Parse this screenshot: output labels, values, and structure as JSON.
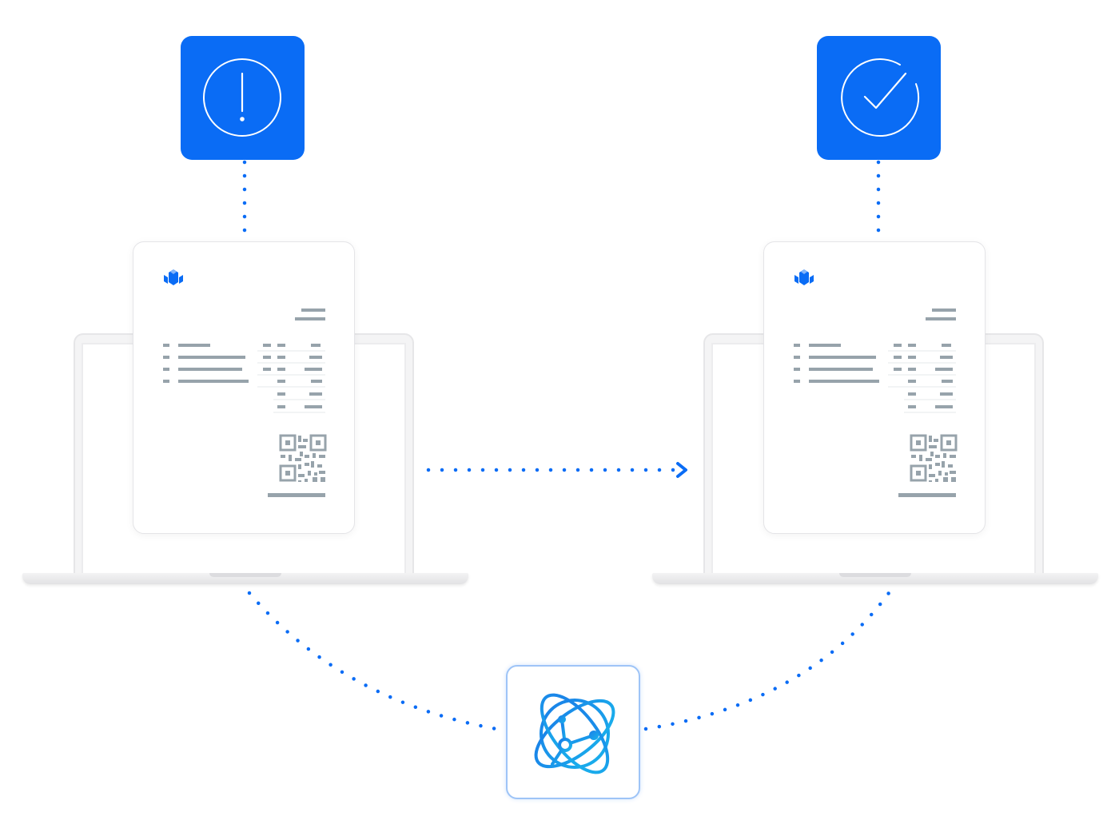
{
  "colors": {
    "accent": "#0a6cf5",
    "invoice_lines": "#97a3ab",
    "platform_gradient_start": "#1a7ee8",
    "platform_gradient_end": "#19b3ec"
  },
  "nodes": {
    "error_status": {
      "icon": "exclamation-circle-icon"
    },
    "success_status": {
      "icon": "check-circle-icon"
    },
    "left_device": {
      "icon": "laptop-icon",
      "document": "invoice-document"
    },
    "right_device": {
      "icon": "laptop-icon",
      "document": "invoice-document"
    },
    "platform": {
      "icon": "network-globe-icon"
    },
    "invoice_logo": {
      "icon": "company-logo-icon"
    },
    "invoice_qr": {
      "icon": "qr-code-icon"
    }
  },
  "connectors": [
    {
      "from": "error_status",
      "to": "left_device",
      "style": "dotted"
    },
    {
      "from": "success_status",
      "to": "right_device",
      "style": "dotted"
    },
    {
      "from": "left_device",
      "to": "right_device",
      "style": "dotted-arrow"
    },
    {
      "from": "left_device",
      "to": "platform",
      "style": "dotted"
    },
    {
      "from": "platform",
      "to": "right_device",
      "style": "dotted"
    }
  ]
}
